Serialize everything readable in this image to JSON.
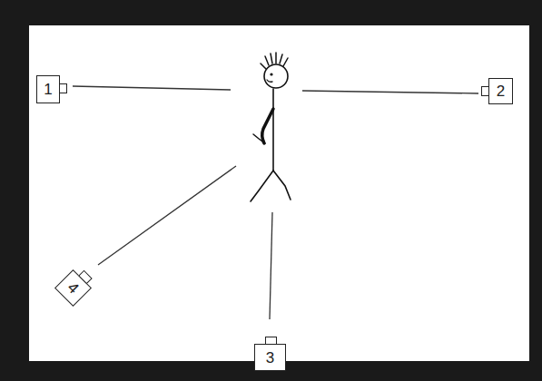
{
  "diagram": {
    "nodes": [
      {
        "text": [
          "1"
        ]
      },
      {
        "text": [
          "2"
        ]
      },
      {
        "text": [
          "4"
        ]
      },
      {
        "text": [
          "3"
        ]
      }
    ]
  }
}
